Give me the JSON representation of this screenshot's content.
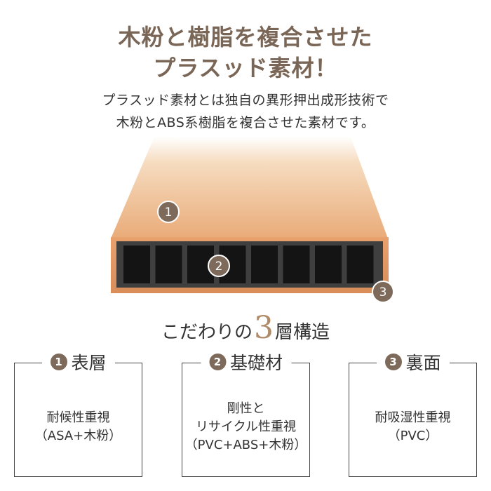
{
  "heading": {
    "line1": "木粉と樹脂を複合させた",
    "line2": "プラスッド素材！"
  },
  "description": {
    "line1": "プラスッド素材とは独自の異形押出成形技術で",
    "line2": "木粉とABS系樹脂を複合させた素材です。"
  },
  "diagram": {
    "markers": [
      "1",
      "2",
      "3"
    ],
    "colors": {
      "board_surface": "#e8a56f",
      "core": "#3a3a3a",
      "marker": "#7d6a5a"
    }
  },
  "headline": {
    "before": "こだわりの",
    "number": "3",
    "after": "層構造"
  },
  "layers": [
    {
      "num": "1",
      "title": "表層",
      "lines": [
        "耐候性重視",
        "（ASA+木粉）"
      ]
    },
    {
      "num": "2",
      "title": "基礎材",
      "lines": [
        "剛性と",
        "リサイクル性重視",
        "（PVC+ABS+木粉）"
      ]
    },
    {
      "num": "3",
      "title": "裏面",
      "lines": [
        "耐吸湿性重視",
        "（PVC）"
      ]
    }
  ]
}
